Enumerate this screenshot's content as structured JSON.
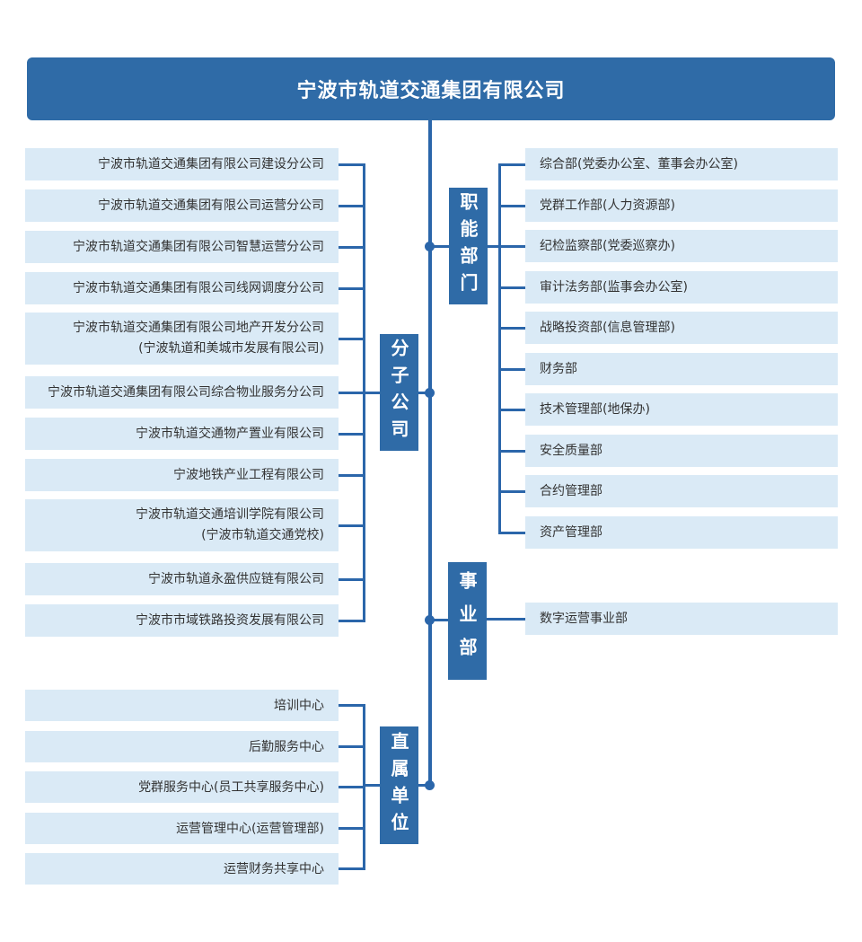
{
  "header": {
    "title": "宁波市轨道交通集团有限公司"
  },
  "colors": {
    "primary_blue": "#2f6ba7",
    "connector_blue": "#2b66aa",
    "item_background": "#daeaf6",
    "item_text": "#333333",
    "header_text": "#ffffff"
  },
  "sections": {
    "subsidiaries": {
      "label": "分子公司",
      "items": [
        {
          "text": "宁波市轨道交通集团有限公司建设分公司"
        },
        {
          "text": "宁波市轨道交通集团有限公司运营分公司"
        },
        {
          "text": "宁波市轨道交通集团有限公司智慧运营分公司"
        },
        {
          "text": "宁波市轨道交通集团有限公司线网调度分公司"
        },
        {
          "text": "宁波市轨道交通集团有限公司地产开发分公司",
          "subtext": "(宁波轨道和美城市发展有限公司)"
        },
        {
          "text": "宁波市轨道交通集团有限公司综合物业服务分公司"
        },
        {
          "text": "宁波市轨道交通物产置业有限公司"
        },
        {
          "text": "宁波地铁产业工程有限公司"
        },
        {
          "text": "宁波市轨道交通培训学院有限公司",
          "subtext": "(宁波市轨道交通党校)"
        },
        {
          "text": "宁波市轨道永盈供应链有限公司"
        },
        {
          "text": "宁波市市域铁路投资发展有限公司"
        }
      ]
    },
    "departments": {
      "label": "职能部门",
      "items": [
        {
          "text": "综合部(党委办公室、董事会办公室)"
        },
        {
          "text": "党群工作部(人力资源部)"
        },
        {
          "text": "纪检监察部(党委巡察办)"
        },
        {
          "text": "审计法务部(监事会办公室)"
        },
        {
          "text": "战略投资部(信息管理部)"
        },
        {
          "text": "财务部"
        },
        {
          "text": "技术管理部(地保办)"
        },
        {
          "text": "安全质量部"
        },
        {
          "text": "合约管理部"
        },
        {
          "text": "资产管理部"
        }
      ]
    },
    "business": {
      "label": "事业部",
      "items": [
        {
          "text": "数字运营事业部"
        }
      ]
    },
    "direct": {
      "label": "直属单位",
      "items": [
        {
          "text": "培训中心"
        },
        {
          "text": "后勤服务中心"
        },
        {
          "text": "党群服务中心(员工共享服务中心)"
        },
        {
          "text": "运营管理中心(运营管理部)"
        },
        {
          "text": "运营财务共享中心"
        }
      ]
    }
  }
}
